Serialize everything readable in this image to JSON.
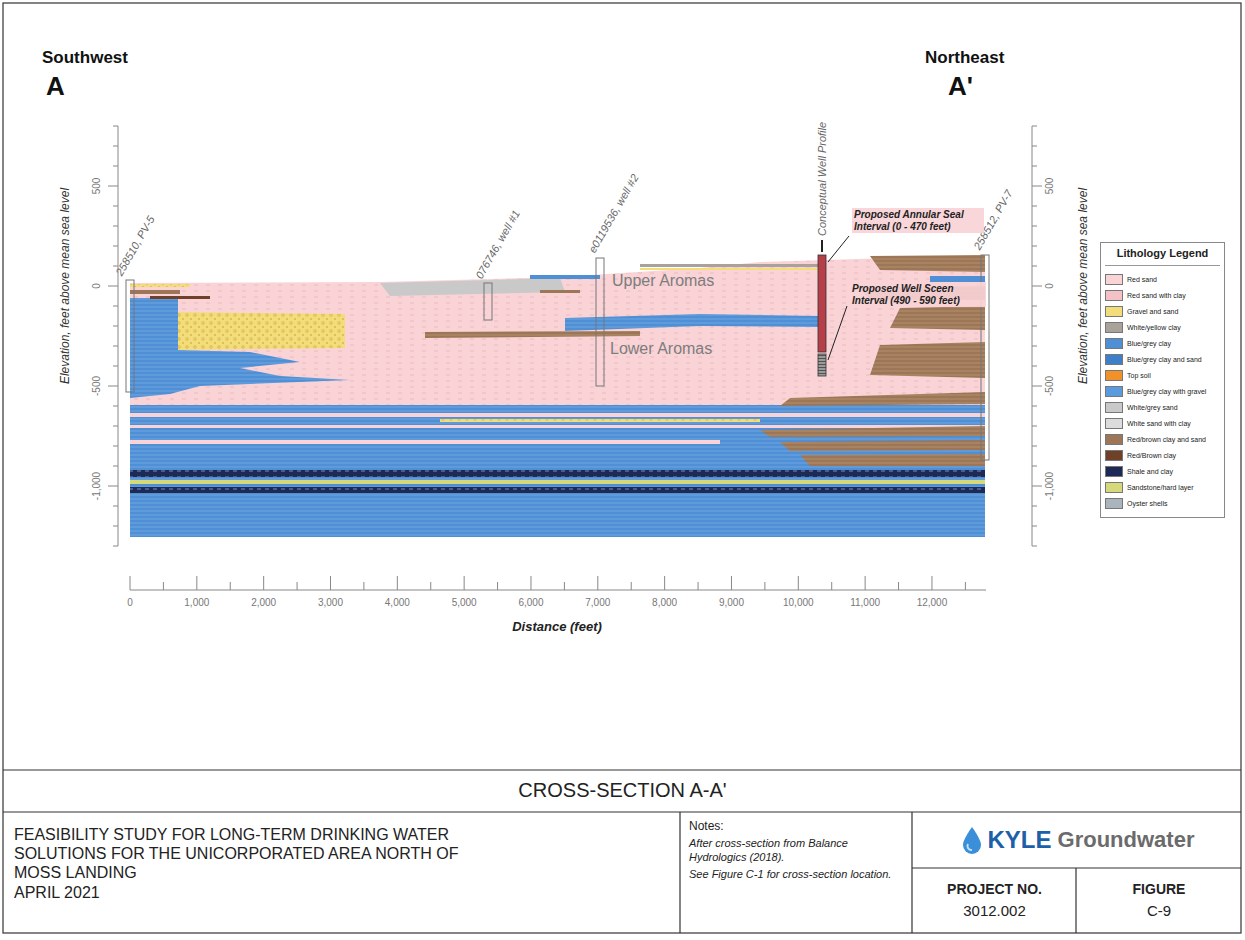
{
  "diagram": {
    "title": "CROSS-SECTION A-A'",
    "nodes": [
      {
        "text": [
          "Lithology Legend"
        ]
      },
      {
        "text": [
          "FEASIBILITY STUDY FOR LONG-TERM DRINKING WATER SOLUTIONS FOR THE UNICORPORATED AREA NORTH OF MOSS LANDING",
          "APRIL 2021"
        ]
      },
      {
        "text": [
          "Notes:",
          "After cross-section from Balance Hydrologics (2018).",
          "See Figure C-1 for cross-section location."
        ]
      },
      {
        "text": [
          "KYLE",
          "Groundwater"
        ]
      },
      {
        "text": [
          "PROJECT NO.",
          "3012.002"
        ]
      },
      {
        "text": [
          "FIGURE",
          "C-9"
        ]
      }
    ],
    "labels": [
      "Southwest",
      "A",
      "Northeast",
      "A'",
      "258510, PV-5",
      "076746, well #1",
      "e0119536, well #2",
      "Conceptual Well Profile",
      "258512, PV-7",
      "Proposed Annular Seal Interval (0 - 470 feet)",
      "Proposed Well Sceen Interval (490 - 590 feet)",
      "Upper Aromas",
      "Lower Aromas",
      "500",
      "0",
      "-500",
      "-1,000",
      "Elevation, feet above mean sea level",
      "500",
      "0",
      "-500",
      "-1,000",
      "Elevation, feet above mean sea level",
      "0",
      "1,000",
      "2,000",
      "3,000",
      "4,000",
      "5,000",
      "6,000",
      "7,000",
      "8,000",
      "9,000",
      "10,000",
      "11,000",
      "12,000",
      "Distance (feet)"
    ],
    "legend": [
      {
        "text": "Red sand",
        "color": "#f9d3d6"
      },
      {
        "text": "Red sand with clay",
        "color": "#f4c2c6"
      },
      {
        "text": "Gravel and sand",
        "color": "#f3dc7a"
      },
      {
        "text": "White/yellow clay",
        "color": "#a8a29a"
      },
      {
        "text": "Blue/grey clay",
        "color": "#4f8fd6"
      },
      {
        "text": "Blue/grey clay and sand",
        "color": "#3d7fc9"
      },
      {
        "text": "Top soil",
        "color": "#f2902a"
      },
      {
        "text": "Blue/grey clay with gravel",
        "color": "#5a9be0"
      },
      {
        "text": "White/grey sand",
        "color": "#c9c9c9"
      },
      {
        "text": "White sand with clay",
        "color": "#dcdcdc"
      },
      {
        "text": "Red/brown clay and sand",
        "color": "#9c7656"
      },
      {
        "text": "Red/Brown clay",
        "color": "#6e4128"
      },
      {
        "text": "Shale and clay",
        "color": "#1d2a55"
      },
      {
        "text": "Sandstone/hard layer",
        "color": "#d6d97a"
      },
      {
        "text": "Oyster shells",
        "color": "#a9b4bc"
      }
    ]
  }
}
